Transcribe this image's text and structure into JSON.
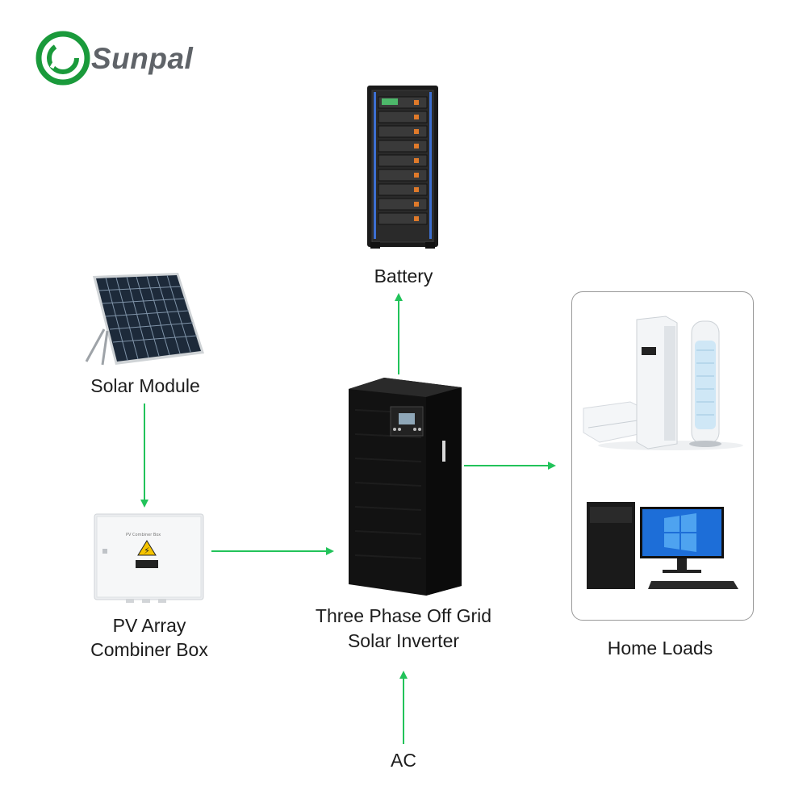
{
  "brand": {
    "name": "Sunpal",
    "color": "#1a9a3b",
    "text_color": "#5f6368"
  },
  "accent_color": "#22c35a",
  "nodes": {
    "battery": {
      "label": "Battery"
    },
    "solar_module": {
      "label": "Solar Module"
    },
    "combiner_box": {
      "label_line1": "PV Array",
      "label_line2": "Combiner Box",
      "panel_title": "PV Combiner Box"
    },
    "inverter": {
      "label_line1": "Three Phase Off Grid",
      "label_line2": "Solar Inverter"
    },
    "home_loads": {
      "label": "Home Loads"
    },
    "ac": {
      "label": "AC"
    }
  }
}
